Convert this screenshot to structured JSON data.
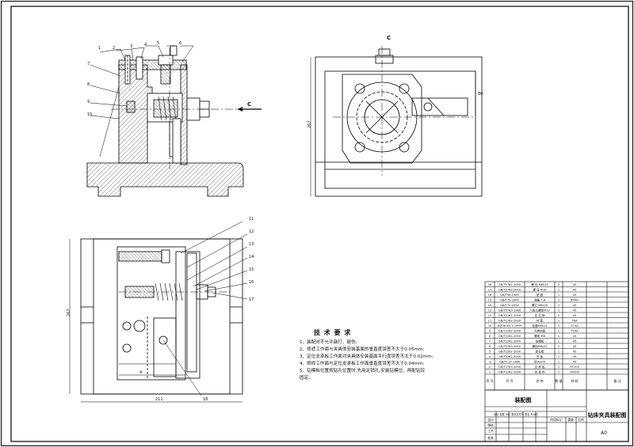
{
  "drawing": {
    "view_label_c": "C",
    "view_label_c_arrow": "C",
    "dim_height": "267",
    "dim_width": "211",
    "dim_right": "80",
    "dim_mid": "4",
    "front_callouts": [
      "1",
      "2",
      "3",
      "4",
      "5",
      "6",
      "7",
      "8",
      "9",
      "10"
    ],
    "plan_callouts": [
      "11",
      "12",
      "13",
      "14",
      "15",
      "16",
      "17",
      "18"
    ]
  },
  "technical_notes": {
    "title": "技 术 要 求",
    "items": [
      "1、装配时不允许敲打、砸伤;",
      "2、修遮工作面与夹具体安装基面的垂直度误差不大于0.05mm;",
      "3、定位支承板工作面对夹具体安装基面平行度误差不大于0.02mm;",
      "4、修修工作面与定位支承板工作面垂直度误差不大于0.04mm;",
      "5、钻模板位置按钻孔位置时,先用定销孔,安装钻模位、再配钻铰",
      "   固定。"
    ]
  },
  "parts_list": {
    "rows": [
      {
        "no": "18",
        "code": "GB/T5782-2000",
        "name": "螺 栓 M8x22",
        "qty": "2",
        "mat": "45"
      },
      {
        "no": "17",
        "code": "GB/T5783-2000",
        "name": "螺 母 M16",
        "qty": "1",
        "mat": "45"
      },
      {
        "no": "16",
        "code": "GB/T96-1985",
        "name": "垫 圈",
        "qty": "1",
        "mat": "45"
      },
      {
        "no": "15",
        "code": "GB/T70-2000",
        "name": "弹簧 7.6",
        "qty": "1",
        "mat": "65Mn"
      },
      {
        "no": "14",
        "code": "GB/T70-2000",
        "name": "螺钉 M6x25",
        "qty": "2",
        "mat": "45"
      },
      {
        "no": "13",
        "code": "GB/T5783-1986",
        "name": "六角头螺栓M12",
        "qty": "1",
        "mat": "45"
      },
      {
        "no": "12",
        "code": "GB/T2262-2000",
        "name": "定 位 销",
        "qty": "2",
        "mat": "45"
      },
      {
        "no": "11",
        "code": "GB/T2262-2000",
        "name": "衬 套",
        "qty": "1",
        "mat": "T8A"
      },
      {
        "no": "10",
        "code": "JB/T8045.1-1999",
        "name": "钻套M8x12",
        "qty": "1",
        "mat": "T10A"
      },
      {
        "no": "9",
        "code": "GB/T2262-2000",
        "name": "可换钻套",
        "qty": "1",
        "mat": "T10A"
      },
      {
        "no": "8",
        "code": "GB/T2262-2000",
        "name": "螺母 M6",
        "qty": "1",
        "mat": "45"
      },
      {
        "no": "7",
        "code": "GB/T2262-2000",
        "name": "钻模板",
        "qty": "1",
        "mat": "45"
      },
      {
        "no": "6",
        "code": "GB/T5783-2000",
        "name": "螺栓M8x25",
        "qty": "2",
        "mat": "45"
      },
      {
        "no": "5",
        "code": "GB/T2262-2000",
        "name": "定位销",
        "qty": "1",
        "mat": "45"
      },
      {
        "no": "4",
        "code": "GB/T2262-2000",
        "name": "压 板",
        "qty": "1",
        "mat": "45"
      },
      {
        "no": "3",
        "code": "GB/T119-1986",
        "name": "销 8x26",
        "qty": "1",
        "mat": "45"
      },
      {
        "no": "2",
        "code": "GB/T5783-2000",
        "name": "支 承 板",
        "qty": "1",
        "mat": "HT200"
      },
      {
        "no": "1",
        "code": "GB/T2262-2000",
        "name": "夹 具 体",
        "qty": "1",
        "mat": "HT200"
      }
    ],
    "header": {
      "no": "序 号",
      "code": "代 号",
      "name": "名 称",
      "qty": "数 量",
      "mat": "材 料",
      "weight": "单件 总计",
      "note": "备 注"
    }
  },
  "title_block": {
    "drawing_name": "钻床夹具装配图",
    "left_title": "装配图",
    "scale_label": "比例",
    "sheet_label": "共 张 第 张",
    "designer_row": "标记 处数 分区 更改文件号 签名 年月日",
    "design": "设计",
    "check": "审核",
    "approve": "批准",
    "standard": "标准化",
    "process": "工艺",
    "stage": "阶段标记",
    "weight": "重量",
    "scale": "比例",
    "code_mark": "A0"
  }
}
